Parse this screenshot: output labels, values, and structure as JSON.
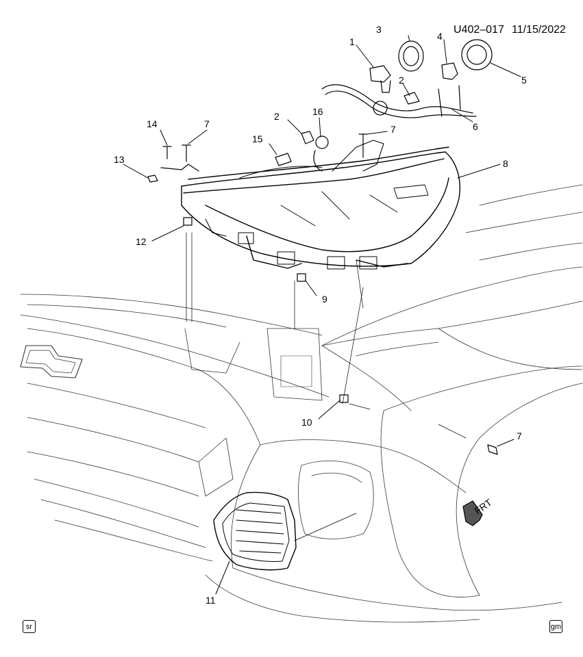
{
  "header": {
    "code": "U402–017",
    "date": "11/15/2022"
  },
  "callouts": [
    {
      "id": "c1",
      "label": "1"
    },
    {
      "id": "c2a",
      "label": "2"
    },
    {
      "id": "c2b",
      "label": "2"
    },
    {
      "id": "c3",
      "label": "3"
    },
    {
      "id": "c4",
      "label": "4"
    },
    {
      "id": "c5",
      "label": "5"
    },
    {
      "id": "c6",
      "label": "6"
    },
    {
      "id": "c7a",
      "label": "7"
    },
    {
      "id": "c7b",
      "label": "7"
    },
    {
      "id": "c7c",
      "label": "7"
    },
    {
      "id": "c8",
      "label": "8"
    },
    {
      "id": "c9",
      "label": "9"
    },
    {
      "id": "c10",
      "label": "10"
    },
    {
      "id": "c11",
      "label": "11"
    },
    {
      "id": "c12",
      "label": "12"
    },
    {
      "id": "c13",
      "label": "13"
    },
    {
      "id": "c14",
      "label": "14"
    },
    {
      "id": "c15",
      "label": "15"
    },
    {
      "id": "c16",
      "label": "16"
    }
  ],
  "frt_label": "FRT",
  "footer": {
    "left_badge": "sr",
    "right_badge": "gm"
  }
}
